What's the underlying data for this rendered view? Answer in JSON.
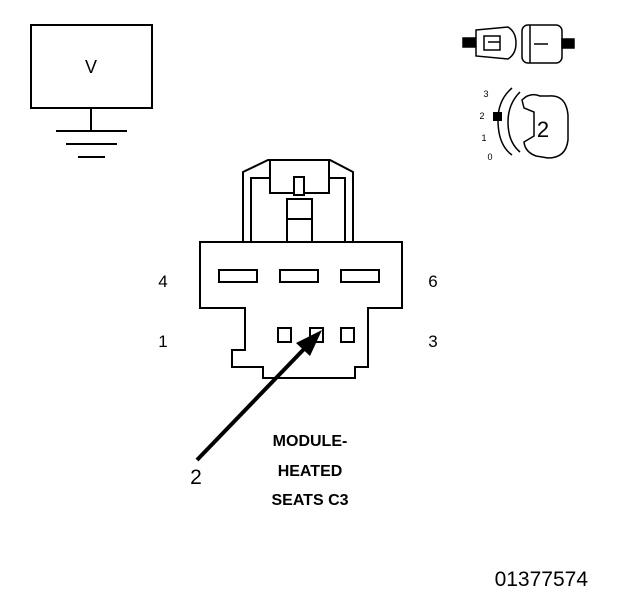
{
  "meter": {
    "label": "V"
  },
  "connector": {
    "pins": {
      "p4": "4",
      "p6": "6",
      "p1": "1",
      "p3": "3"
    },
    "title_lines": [
      "MODULE-",
      "HEATED",
      "SEATS C3"
    ]
  },
  "probe": {
    "label": "2"
  },
  "selector": {
    "positions": [
      "3",
      "2",
      "1",
      "0"
    ],
    "setting": "2"
  },
  "figure_id": "01377574"
}
